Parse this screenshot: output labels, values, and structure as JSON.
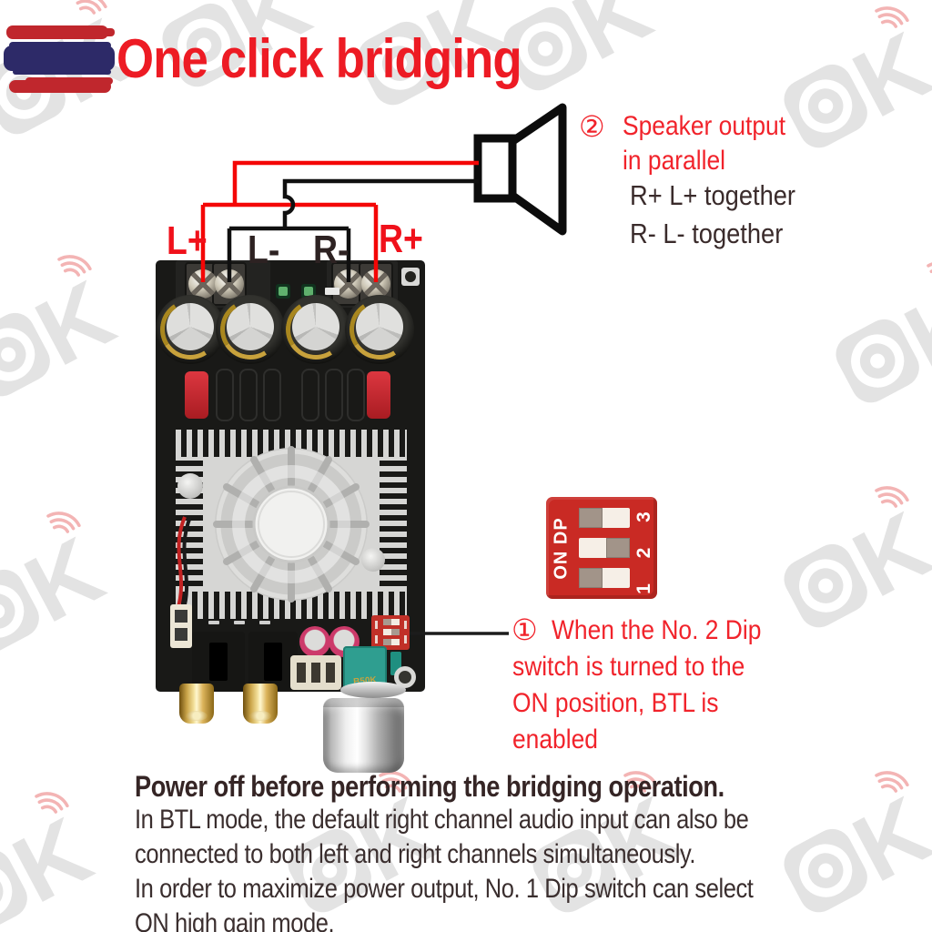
{
  "title": "One click bridging",
  "flag": {
    "red": "#c0272d",
    "blue": "#2d2a68",
    "white": "#ffffff"
  },
  "watermark": {
    "letter_k": "K",
    "gray": "#e3e3e3",
    "arcs_color": "#f3b4b4"
  },
  "speaker_note": {
    "circle": "②",
    "heading": "Speaker output\nin parallel",
    "lines": "R+ L+ together\nR- L- together"
  },
  "terminal_labels": {
    "l_plus": "L+",
    "l_minus": "L-",
    "r_minus": "R-",
    "r_plus": "R+"
  },
  "dip_note": {
    "circle": "①",
    "line1": "When the No. 2 Dip",
    "rest": "switch is turned to the\nON position, BTL is\nenabled"
  },
  "dip_switch": {
    "side_label": "ON DP",
    "numbers": "1 2 3",
    "switches": [
      {
        "id": 1,
        "slider": "left"
      },
      {
        "id": 2,
        "slider": "right"
      },
      {
        "id": 3,
        "slider": "left"
      }
    ]
  },
  "board": {
    "pot_label": "B50K"
  },
  "footer": {
    "heading": "Power off before performing the bridging operation.",
    "body": "In BTL mode, the default right channel audio input can also be\nconnected to both left and right channels simultaneously.\nIn order to maximize power output, No. 1 Dip switch can select\nON high gain mode."
  },
  "colors": {
    "accent_red": "#ed1b24",
    "text_dark": "#3a2b2b",
    "dip_red": "#c92a24",
    "pcb": "#191917"
  }
}
